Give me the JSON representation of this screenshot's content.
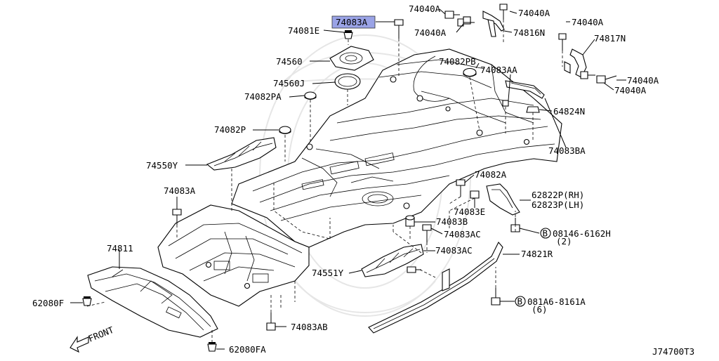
{
  "diagram": {
    "id_code": "J74700T3",
    "front_label": "FRONT",
    "highlight_color": "#9aa3e6",
    "labels": {
      "p74083a_top": "74083A",
      "p74081e": "74081E",
      "p74560": "74560",
      "p74560j": "74560J",
      "p74082pa": "74082PA",
      "p74082p": "74082P",
      "p74550y": "74550Y",
      "p74083a_left": "74083A",
      "p74811": "74811",
      "p62080f": "62080F",
      "p62080fa": "62080FA",
      "p74083ab": "74083AB",
      "p74040a_1": "74040A",
      "p74040a_2": "74040A",
      "p74040a_3": "74040A",
      "p74816n": "74816N",
      "p74040a_4": "74040A",
      "p74817n": "74817N",
      "p74040a_5": "74040A",
      "p74040a_6": "74040A",
      "p74082pb": "74082PB",
      "p74083aa": "74083AA",
      "p64824n": "64824N",
      "p74083ba": "74083BA",
      "p74082a": "74082A",
      "p74083e": "74083E",
      "p62822p": "62822P(RH)",
      "p62823p": "62823P(LH)",
      "p74083b": "74083B",
      "p74083ac_1": "74083AC",
      "p74083ac_2": "74083AC",
      "p08146": "08146-6162H",
      "p08146_qty": "(2)",
      "p74551y": "74551Y",
      "p74821r": "74821R",
      "p081a6": "081A6-8161A",
      "p081a6_qty": "(6)",
      "bolt_symbol": "B"
    }
  }
}
